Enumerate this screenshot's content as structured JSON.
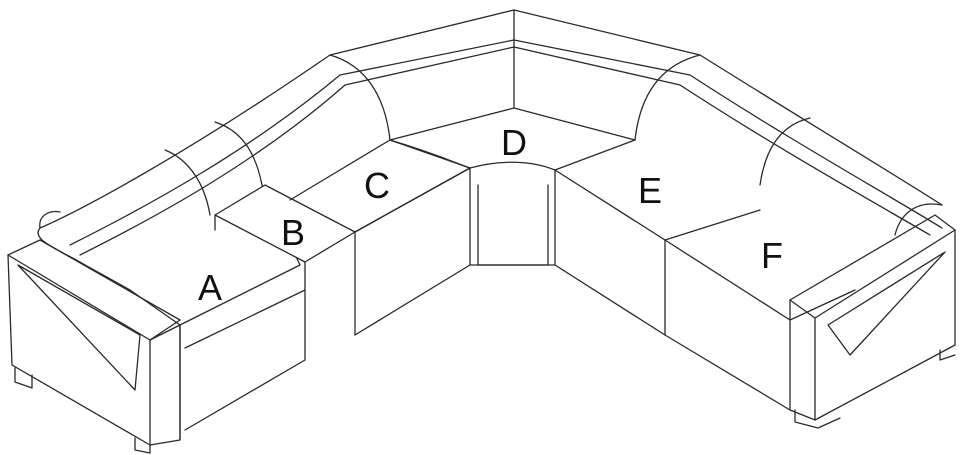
{
  "diagram": {
    "sections": [
      {
        "id": "A",
        "label": "A"
      },
      {
        "id": "B",
        "label": "B"
      },
      {
        "id": "C",
        "label": "C"
      },
      {
        "id": "D",
        "label": "D"
      },
      {
        "id": "E",
        "label": "E"
      },
      {
        "id": "F",
        "label": "F"
      }
    ]
  },
  "colors": {
    "line": "#2a2a2a",
    "background": "#ffffff"
  }
}
